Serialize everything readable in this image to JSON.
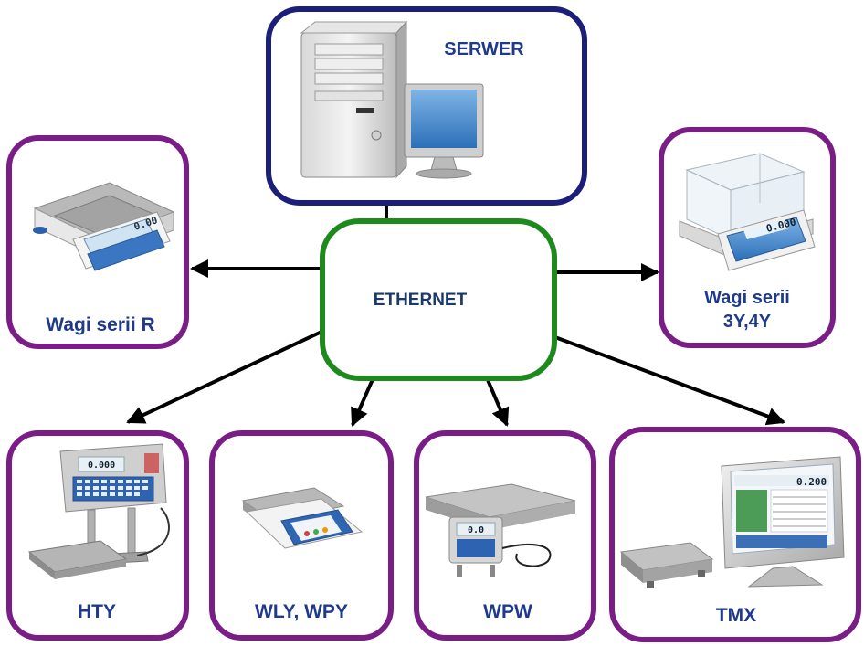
{
  "diagram": {
    "server": {
      "label": "SERWER"
    },
    "hub": {
      "label": "ETHERNET"
    },
    "devices": {
      "r_series": {
        "label": "Wagi serii R"
      },
      "y_series": {
        "line1": "Wagi serii",
        "line2": "3Y,4Y"
      },
      "hty": {
        "label": "HTY"
      },
      "wly_wpy": {
        "label": "WLY, WPY"
      },
      "wpw": {
        "label": "WPW"
      },
      "tmx": {
        "label": "TMX"
      }
    },
    "display_readings": {
      "r_series": "0.00",
      "y_series": "0.000",
      "hty": "0.000",
      "wpw": "0.0",
      "tmx": "0.200"
    }
  },
  "colors": {
    "server_border": "#1c1f7a",
    "hub_border": "#1e8a1e",
    "device_border": "#7b1d86",
    "label_text": "#1f3a8a",
    "hub_text": "#1b3a6a",
    "arrow": "#000000"
  },
  "icons": [
    "server-computer-icon",
    "precision-balance-icon",
    "analytical-balance-icon",
    "scale-terminal-icon",
    "platform-scale-icon",
    "touch-terminal-icon"
  ]
}
